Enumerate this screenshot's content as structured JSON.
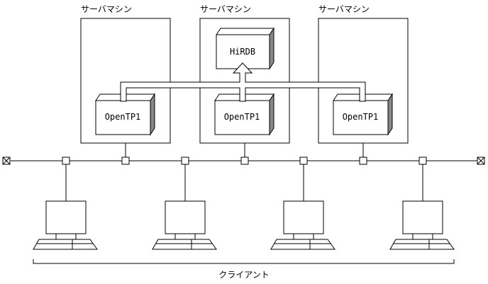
{
  "servers": [
    {
      "label": "サーバマシン",
      "component": "OpenTP1"
    },
    {
      "label": "サーバマシン",
      "component": "OpenTP1",
      "database": "HiRDB"
    },
    {
      "label": "サーバマシン",
      "component": "OpenTP1"
    }
  ],
  "clients_label": "クライアント",
  "client_count": 4
}
